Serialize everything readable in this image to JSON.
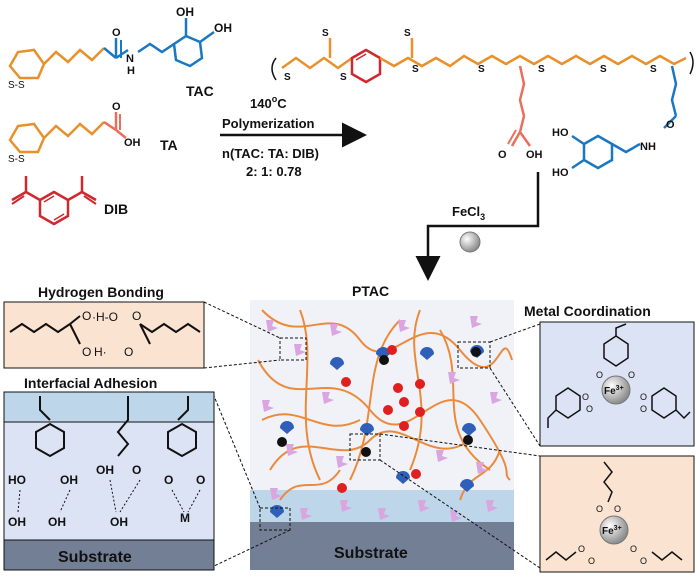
{
  "colors": {
    "tac": "#1a78c2",
    "ta": "#e86f5c",
    "dib": "#d0282f",
    "backbone": "#e8912c",
    "network_strand": "#ec8a3c",
    "catechol_marker": "#2f5fb8",
    "acid_marker": "#d9a6e0",
    "crosslink": "#e01f1f",
    "fe_ion": "#9a9a9a",
    "hbond_bg": "#fbe3d2",
    "metal_bg": "#dbe3f4",
    "substrate": "#737f95",
    "substrate_top": "#bdd6ea"
  },
  "monomers": {
    "tac": {
      "label": "TAC",
      "oh1": "OH",
      "oh2": "OH",
      "n": "N",
      "h": "H",
      "o": "O"
    },
    "ta": {
      "label": "TA",
      "oh": "OH",
      "o": "O"
    },
    "dib": {
      "label": "DIB"
    },
    "ss": "S-S"
  },
  "reaction": {
    "temp": "140",
    "temp_sup": "o",
    "temp_unit": "C",
    "process": "Polymerization",
    "ratio_label": "n(TAC: TA: DIB)",
    "ratio": "2: 1: 0.78"
  },
  "polymer": {
    "s": "S",
    "dash_s": "S",
    "oh": "OH",
    "o": "O",
    "ho1": "HO",
    "ho2": "HO",
    "nh": "NH",
    "o2": "O"
  },
  "fecl3": {
    "label": "FeCl",
    "sub": "3"
  },
  "ptac": {
    "label": "PTAC"
  },
  "hbond": {
    "title": "Hydrogen Bonding",
    "top_left": "O",
    "top_right": "O",
    "bot_left": "O",
    "bot_right": "O",
    "h_top": "·H-O",
    "h_bot": "H·"
  },
  "metal": {
    "title": "Metal Coordination",
    "fe3": "Fe",
    "fe3_sup": "3+",
    "o": "O"
  },
  "adhesion": {
    "title": "Interfacial Adhesion",
    "ho": "HO",
    "oh": "OH",
    "o": "O",
    "m": "M",
    "substrate": "Substrate"
  },
  "carboxyl_fe": {
    "fe3": "Fe",
    "fe3_sup": "3+",
    "o": "O"
  },
  "network": {
    "substrate": "Substrate"
  }
}
